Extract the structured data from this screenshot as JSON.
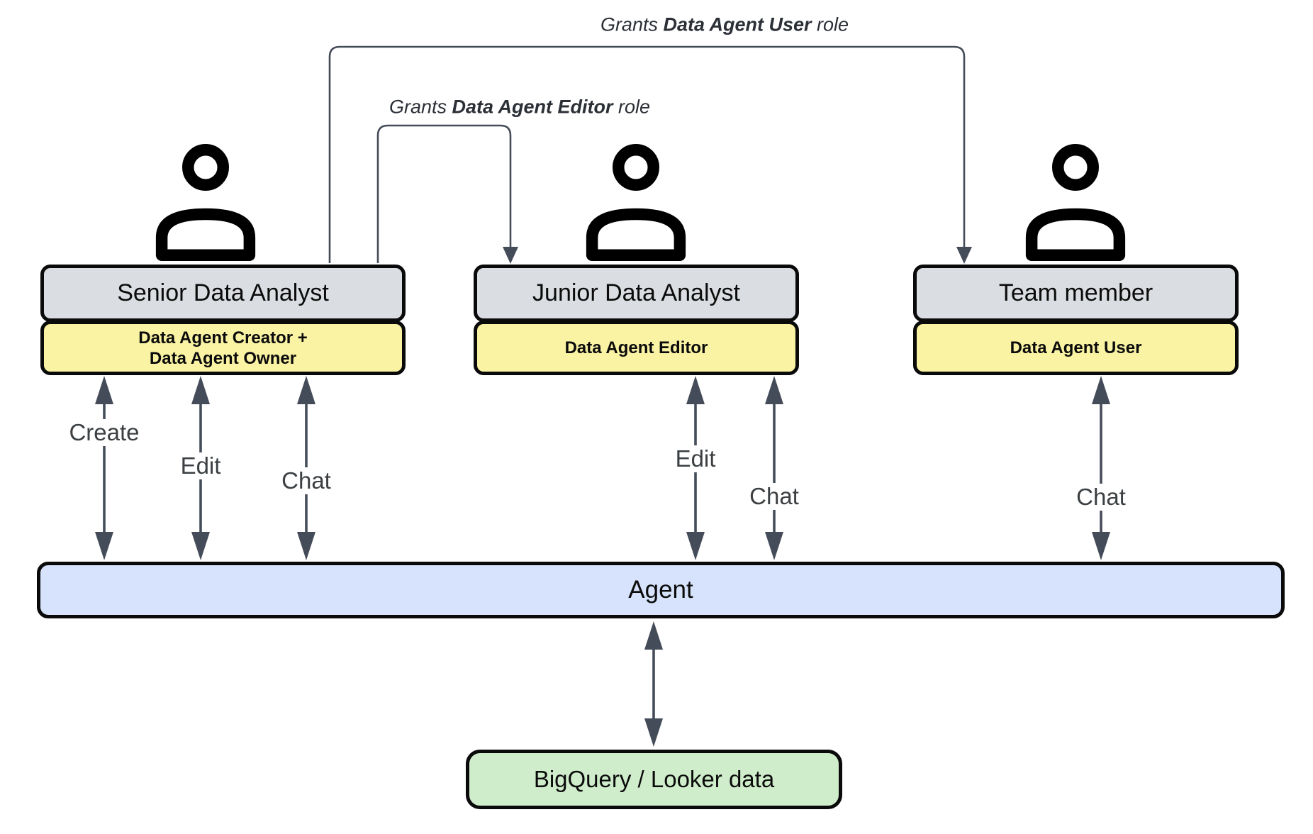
{
  "colors": {
    "box-gray": "#DADDE1",
    "box-yellow": "#FAF3A4",
    "box-blue": "#D7E3FC",
    "box-green": "#CFEDCB",
    "box-border": "#0A0A0A",
    "line": "#454C59",
    "label": "#3C4043",
    "grants-text": "#2B2F36",
    "icon": "#000000"
  },
  "grants": [
    {
      "prefix": "Grants ",
      "role": "Data Agent User",
      "suffix": " role"
    },
    {
      "prefix": "Grants ",
      "role": "Data Agent Editor",
      "suffix": " role"
    }
  ],
  "actors": [
    {
      "name": "Senior Data Analyst",
      "roles": [
        "Data Agent Creator +",
        "Data Agent Owner"
      ]
    },
    {
      "name": "Junior Data Analyst",
      "roles": [
        "Data Agent Editor"
      ]
    },
    {
      "name": "Team member",
      "roles": [
        "Data Agent User"
      ]
    }
  ],
  "actions": {
    "senior": [
      "Create",
      "Edit",
      "Chat"
    ],
    "junior": [
      "Edit",
      "Chat"
    ],
    "team": [
      "Chat"
    ]
  },
  "agent": {
    "label": "Agent"
  },
  "datasource": {
    "label": "BigQuery / Looker data"
  }
}
